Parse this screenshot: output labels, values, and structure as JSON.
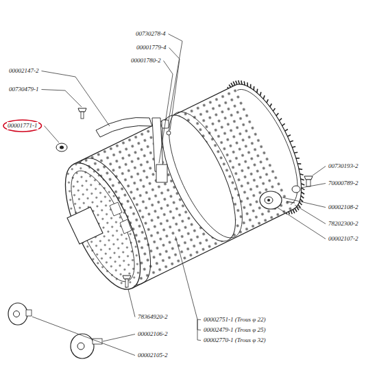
{
  "diagram": {
    "labels": [
      "00730278-4",
      "00001779-4",
      "00001780-2",
      "00002147-2",
      "00730479-1",
      "00001771-1",
      "00730193-2",
      "70000789-2",
      "00002108-2",
      "78202300-2",
      "00002107-2",
      "00002751-1 (Trous φ 22)",
      "00002479-1 (Trous φ 25)",
      "00002770-1 (Trous φ 32)",
      "78364920-2",
      "00002106-2",
      "00002105-2"
    ]
  }
}
